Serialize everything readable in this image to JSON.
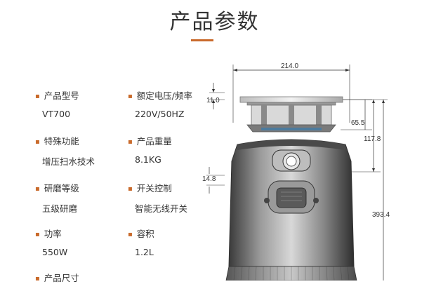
{
  "page": {
    "title": "产品参数"
  },
  "specs": [
    {
      "label": "产品型号",
      "value": "VT700"
    },
    {
      "label": "额定电压/频率",
      "value": "220V/50HZ"
    },
    {
      "label": "特殊功能",
      "value": "增压扫水技术"
    },
    {
      "label": "产品重量",
      "value": "8.1KG"
    },
    {
      "label": "研磨等级",
      "value": "五级研磨"
    },
    {
      "label": "开关控制",
      "value": "智能无线开关"
    },
    {
      "label": "功率",
      "value": "550W"
    },
    {
      "label": "容积",
      "value": "1.2L"
    },
    {
      "label": "产品尺寸",
      "value": ""
    }
  ],
  "diagram": {
    "dimensions": {
      "width": "214.0",
      "top_flange": "11.0",
      "collar": "65.5",
      "upper_height": "117.8",
      "inlet": "14.8",
      "total_height": "393.4"
    }
  },
  "colors": {
    "accent": "#c96a2b",
    "text": "#333333"
  }
}
